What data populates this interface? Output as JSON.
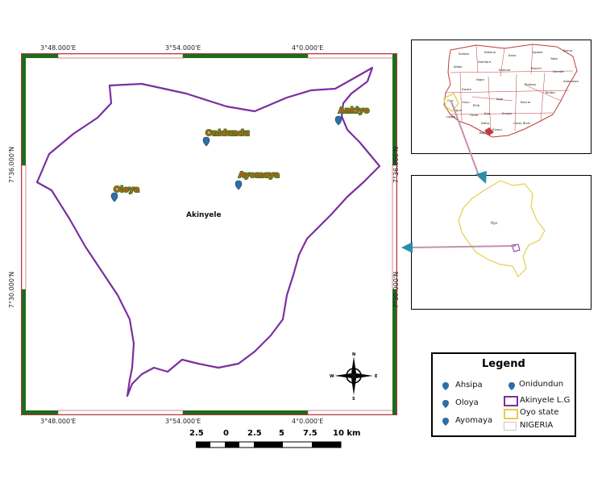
{
  "map": {
    "grid_labels": {
      "top": [
        "3°48.000'E",
        "3°54.000'E",
        "4°0.000'E"
      ],
      "bottom": [
        "3°48.000'E",
        "3°54.000'E",
        "4°0.000'E"
      ],
      "left": [
        "7°36.000'N",
        "7°30.000'N"
      ],
      "right": [
        "7°36.000'N",
        "7°30.000'N"
      ]
    },
    "region_label": "Akinyele",
    "places": [
      {
        "name": "Ankiyo",
        "marker": "Ahsipa"
      },
      {
        "name": "Onidundu",
        "marker": "Onidundun"
      },
      {
        "name": "Ayomaya",
        "marker": "Ayomaya"
      },
      {
        "name": "Oloya",
        "marker": "Oloya"
      }
    ],
    "compass": {
      "n": "N",
      "s": "S",
      "e": "E",
      "w": "W"
    },
    "scale_bar": {
      "ticks": [
        "2.5",
        "0",
        "2.5",
        "5",
        "7.5",
        "10 km"
      ]
    },
    "colors": {
      "boundary": "#7b2fa0",
      "frame_green": "#1e6b1e",
      "frame_red": "#b83a3a",
      "marker": "#2e6fa8",
      "oyo_outline": "#e0d24a"
    }
  },
  "inset_nigeria": {
    "states": [
      "Sokoto",
      "Katsina",
      "Kano",
      "Jigawa",
      "Yobe",
      "Borno",
      "Zamfara",
      "Kebbi",
      "Kaduna",
      "Bauchi",
      "Gombe",
      "Adamawa",
      "Niger",
      "Plateau",
      "Taraba",
      "Kwara",
      "Kogi",
      "Benue",
      "Oyo",
      "Osun",
      "Ekiti",
      "Ondo",
      "Edo",
      "Enugu",
      "Lagos",
      "Ogun",
      "Delta",
      "Rivers",
      "Bayelsa",
      "Cross River"
    ]
  },
  "inset_oyo": {
    "label": "Oyo"
  },
  "legend": {
    "title": "Legend",
    "items": [
      {
        "label": "Ahsipa",
        "kind": "marker"
      },
      {
        "label": "Onidundun",
        "kind": "marker"
      },
      {
        "label": "Oloya",
        "kind": "marker"
      },
      {
        "label": "Akinyele L.G",
        "kind": "purple-box"
      },
      {
        "label": "Ayomaya",
        "kind": "marker"
      },
      {
        "label": "Oyo state",
        "kind": "yellow-box"
      },
      {
        "label": "NIGERIA",
        "kind": "grey-box"
      }
    ]
  }
}
